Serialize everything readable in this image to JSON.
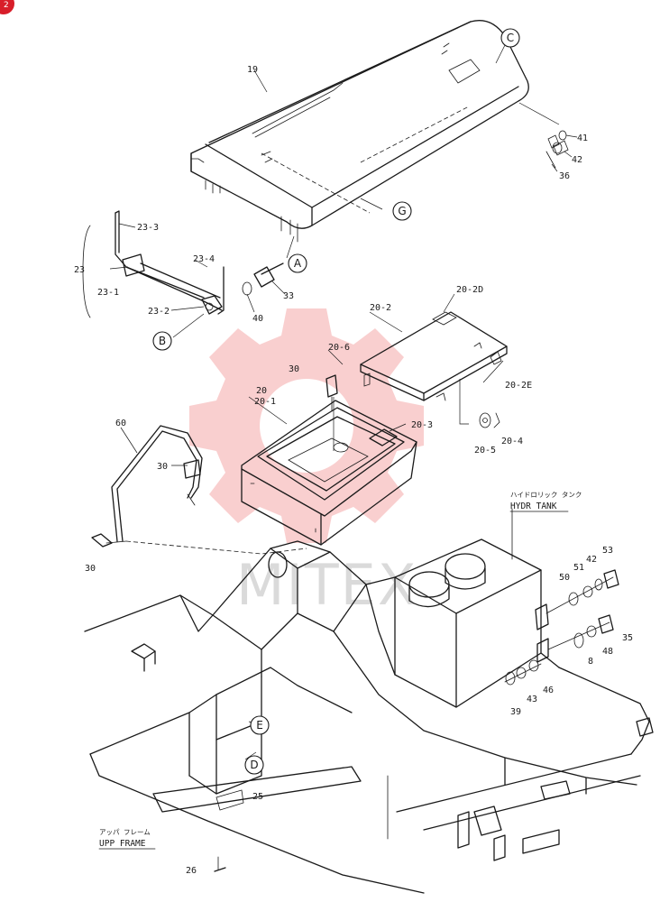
{
  "corner_badge": {
    "text": "2",
    "color": "#d81e2a"
  },
  "watermark": {
    "text": "MITEX",
    "gear_color": "#f08080"
  },
  "part_labels": {
    "p19": "19",
    "p41": "41",
    "p42a": "42",
    "p36": "36",
    "p23_3": "23-3",
    "p23_4": "23-4",
    "p23_1": "23-1",
    "p23_2": "23-2",
    "p23": "23",
    "p33": "33",
    "p40": "40",
    "p20_2d": "20-2D",
    "p20_2": "20-2",
    "p20_6": "20-6",
    "p20_2e": "20-2E",
    "p30a": "30",
    "p20": "20",
    "p20_1": "20-1",
    "p20_3": "20-3",
    "p20_4": "20-4",
    "p20_5": "20-5",
    "p60": "60",
    "p30b": "30",
    "p30c": "30",
    "p53": "53",
    "p42b": "42",
    "p51": "51",
    "p50": "50",
    "p35": "35",
    "p48": "48",
    "p8": "8",
    "p46": "46",
    "p43": "43",
    "p39": "39",
    "p25": "25",
    "p26": "26"
  },
  "callouts": {
    "c": "C",
    "g": "G",
    "a": "A",
    "b": "B",
    "e": "E",
    "d": "D"
  },
  "captions": {
    "hydr_tank_jp": "ハイドロリック タンク",
    "hydr_tank": "HYDR TANK",
    "upp_frame_jp": "アッパ フレーム",
    "upp_frame": "UPP FRAME"
  }
}
